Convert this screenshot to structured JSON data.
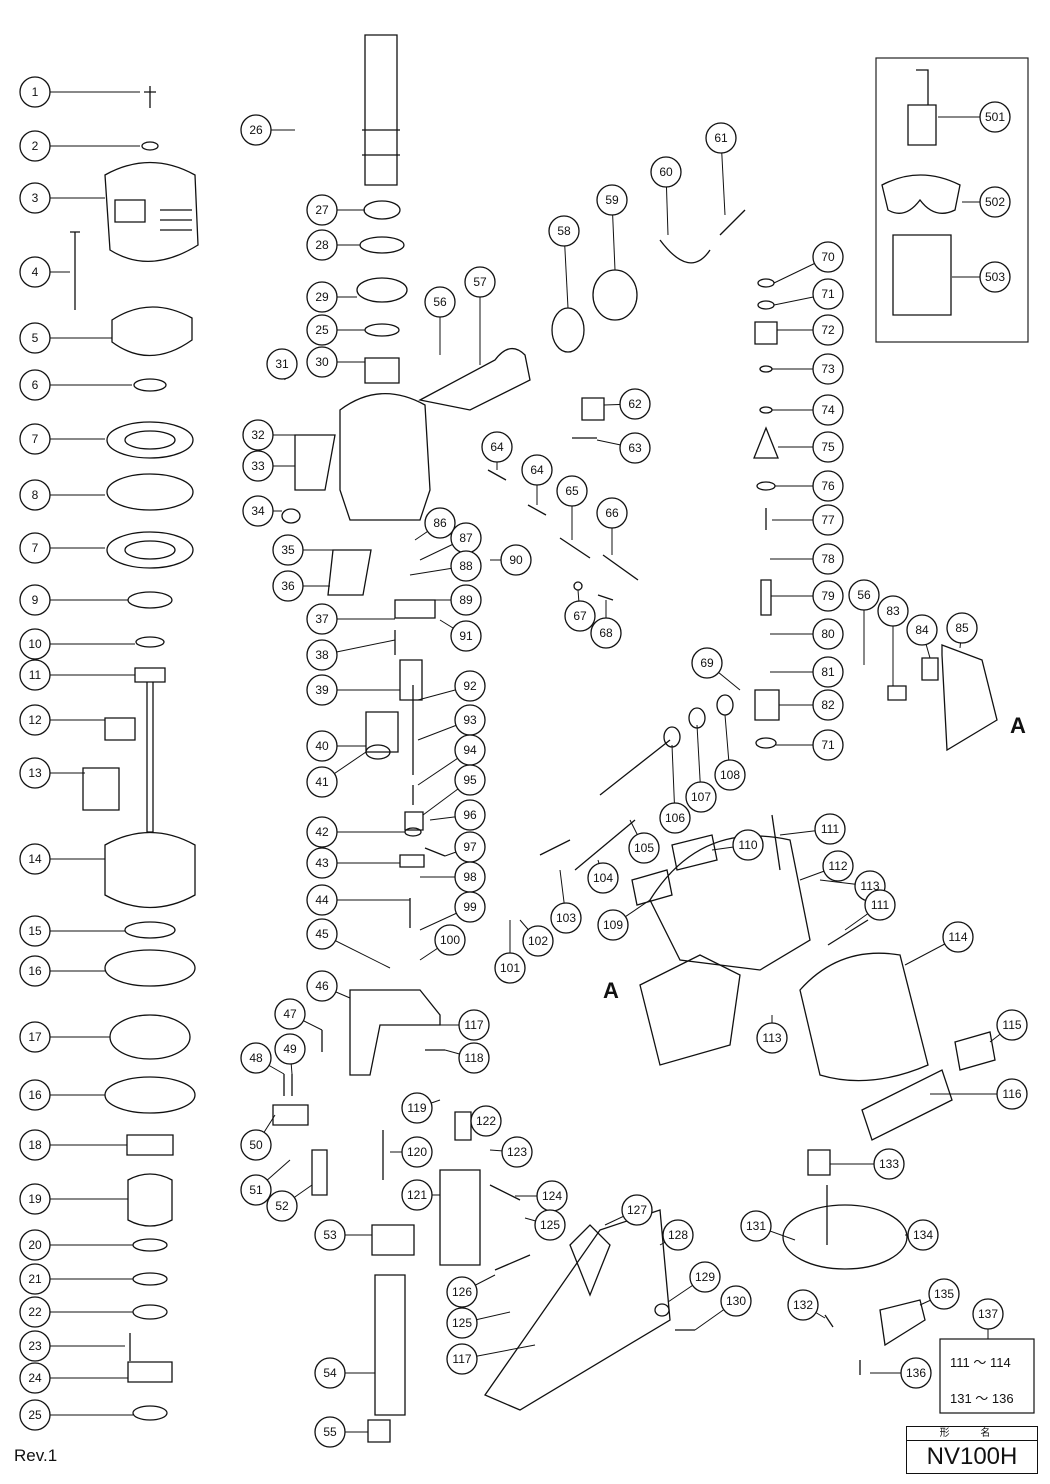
{
  "footer": {
    "revision": "Rev.1"
  },
  "model": {
    "header": "形 名",
    "name": "NV100H"
  },
  "callout_labels": {
    "A": "A",
    "A_left": "A",
    "set_137_line1": "111 〜 114",
    "set_137_line2": "131 〜 136"
  },
  "parts": [
    "1",
    "2",
    "3",
    "4",
    "5",
    "6",
    "7",
    "8",
    "7",
    "9",
    "10",
    "11",
    "12",
    "13",
    "14",
    "15",
    "16",
    "17",
    "16",
    "18",
    "19",
    "20",
    "21",
    "22",
    "23",
    "24",
    "25",
    "26",
    "27",
    "28",
    "29",
    "25",
    "30",
    "31",
    "32",
    "33",
    "34",
    "35",
    "36",
    "37",
    "38",
    "39",
    "40",
    "41",
    "42",
    "43",
    "44",
    "45",
    "46",
    "47",
    "48",
    "49",
    "50",
    "51",
    "52",
    "53",
    "54",
    "55",
    "56",
    "57",
    "58",
    "59",
    "60",
    "61",
    "62",
    "63",
    "64",
    "64",
    "65",
    "66",
    "67",
    "68",
    "69",
    "70",
    "71",
    "72",
    "73",
    "74",
    "75",
    "76",
    "77",
    "78",
    "79",
    "80",
    "81",
    "82",
    "71",
    "56",
    "83",
    "84",
    "85",
    "86",
    "87",
    "88",
    "89",
    "90",
    "91",
    "92",
    "93",
    "94",
    "95",
    "96",
    "97",
    "98",
    "99",
    "100",
    "101",
    "102",
    "103",
    "104",
    "105",
    "106",
    "107",
    "108",
    "109",
    "110",
    "111",
    "112",
    "113",
    "111",
    "114",
    "113",
    "115",
    "116",
    "117",
    "118",
    "119",
    "120",
    "121",
    "122",
    "123",
    "124",
    "125",
    "126",
    "125",
    "117",
    "127",
    "128",
    "129",
    "130",
    "131",
    "132",
    "133",
    "134",
    "135",
    "136",
    "137",
    "501",
    "502",
    "503"
  ],
  "colors": {
    "line": "#111111",
    "accessory_frame": "#222222"
  }
}
